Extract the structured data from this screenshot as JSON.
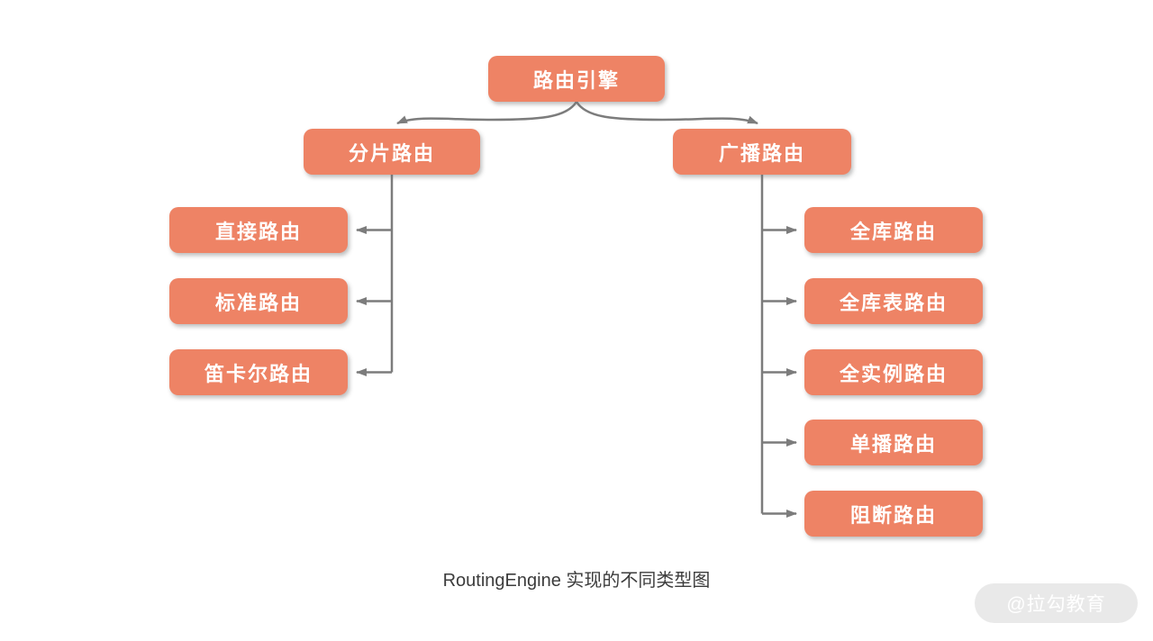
{
  "diagram": {
    "root": {
      "label": "路由引擎"
    },
    "left_branch": {
      "label": "分片路由",
      "children": [
        {
          "label": "直接路由"
        },
        {
          "label": "标准路由"
        },
        {
          "label": "笛卡尔路由"
        }
      ]
    },
    "right_branch": {
      "label": "广播路由",
      "children": [
        {
          "label": "全库路由"
        },
        {
          "label": "全库表路由"
        },
        {
          "label": "全实例路由"
        },
        {
          "label": "单播路由"
        },
        {
          "label": "阻断路由"
        }
      ]
    },
    "caption": "RoutingEngine 实现的不同类型图",
    "watermark": "@拉勾教育"
  },
  "colors": {
    "background": "#FFFFFF",
    "node_fill": "#EE8365",
    "node_text": "#FFFFFF",
    "connector": "#7C7C7C",
    "caption_text": "#3C3C3C",
    "watermark_bg": "#E9E9E9",
    "watermark_text": "#FFFFFF"
  }
}
